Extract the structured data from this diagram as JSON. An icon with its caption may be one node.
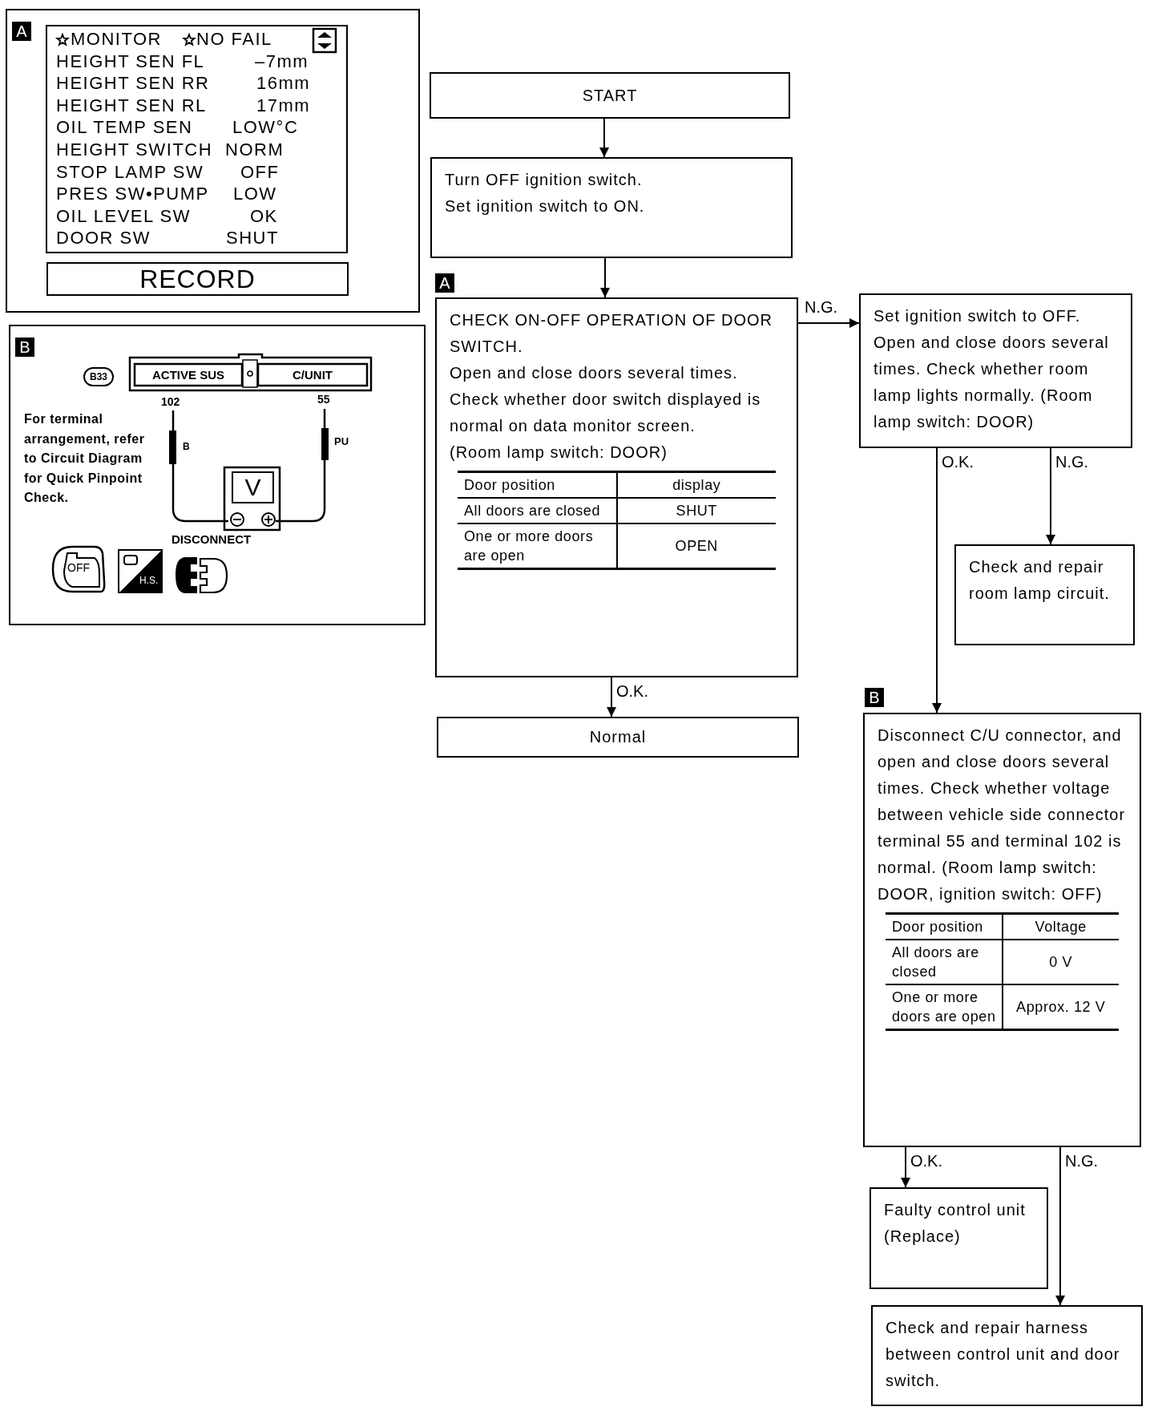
{
  "diagram": {
    "nodes": [
      {
        "text": [
          "A"
        ]
      },
      {
        "text": [
          "MONITOR",
          "NO FAIL",
          "HEIGHT SEN FL",
          "–7mm",
          "HEIGHT SEN RR",
          "16mm",
          "HEIGHT SEN RL",
          "17mm",
          "OIL TEMP SEN",
          "LOW°C",
          "HEIGHT SWITCH",
          "NORM",
          "STOP LAMP SW",
          "OFF",
          "PRES SW•PUMP",
          "LOW",
          "OIL LEVEL SW",
          "OK",
          "DOOR SW",
          "SHUT"
        ],
        "in": 0
      },
      {
        "text": [
          "RECORD"
        ],
        "in": 0
      },
      {
        "text": [
          "B"
        ]
      },
      {
        "text": [
          "START"
        ]
      },
      {
        "text": [
          "Turn OFF ignition switch.",
          "Set ignition switch to ON."
        ]
      },
      {
        "text": [
          "CHECK ON-OFF OPERATION OF DOOR SWITCH.",
          "Open and close doors several times. Check whether door switch displayed is normal on data monitor screen.",
          "(Room lamp switch: DOOR)",
          "Door position",
          "display",
          "All doors are closed",
          "SHUT",
          "One or more doors are open",
          "OPEN"
        ],
        "beside": [
          "A"
        ]
      },
      {
        "text": [
          "Set ignition switch to OFF. Open and close doors several times. Check whether room lamp lights normally. (Room lamp switch: DOOR)"
        ]
      },
      {
        "text": [
          "Normal"
        ]
      },
      {
        "text": [
          "Check and repair room lamp circuit."
        ]
      },
      {
        "text": [
          "Disconnect C/U connector, and open and close doors several times. Check whether voltage between vehicle side connector terminal 55 and terminal 102 is normal. (Room lamp switch: DOOR, ignition switch: OFF)",
          "Door position",
          "Voltage",
          "All doors are closed",
          "0 V",
          "One or more doors are open",
          "Approx. 12 V"
        ],
        "beside": [
          "B"
        ]
      },
      {
        "text": [
          "Faulty control unit (Replace)"
        ]
      },
      {
        "text": [
          "Check and repair harness between control unit and door switch."
        ]
      }
    ],
    "edges": [
      {
        "from": 4,
        "to": 5,
        "arrow": "to"
      },
      {
        "from": 5,
        "to": 6,
        "arrow": "to"
      },
      {
        "from": 6,
        "to": 7,
        "arrow": "to",
        "label": "N.G."
      },
      {
        "from": 6,
        "to": 8,
        "arrow": "to",
        "label": "O.K."
      },
      {
        "from": 7,
        "to": 10,
        "arrow": "to",
        "label": "O.K."
      },
      {
        "from": 7,
        "to": 9,
        "arrow": "to",
        "label": "N.G."
      },
      {
        "from": 10,
        "to": 11,
        "arrow": "to",
        "label": "O.K."
      },
      {
        "from": 10,
        "to": 12,
        "arrow": "to",
        "label": "N.G."
      }
    ],
    "labels": [
      "B33",
      "ACTIVE SUS",
      "C/UNIT",
      "102",
      "55",
      "For terminal arrangement, refer to Circuit Diagram for Quick Pinpoint Check.",
      "B",
      "PU",
      "V",
      "DISCONNECT",
      "OFF",
      "H.S."
    ]
  }
}
